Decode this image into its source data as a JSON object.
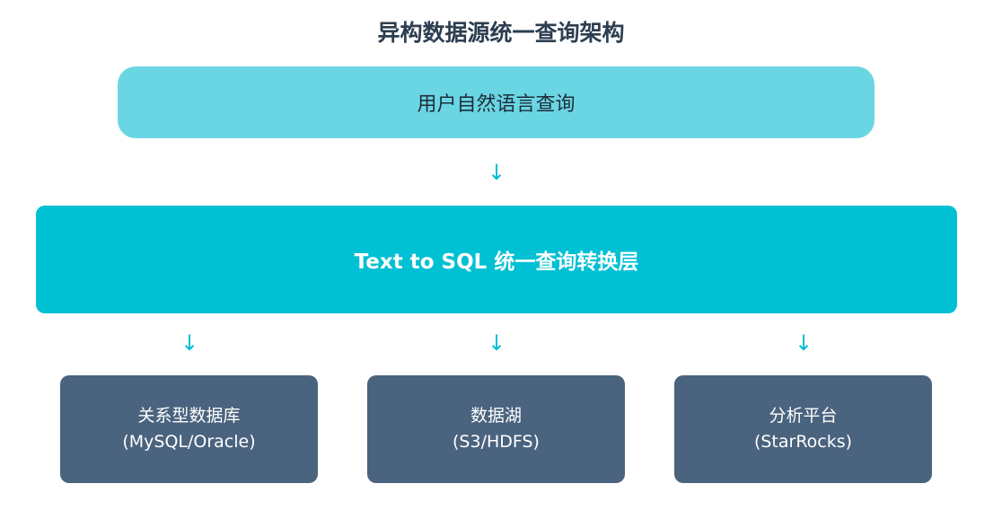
{
  "title": "异构数据源统一查询架构",
  "user_input": {
    "label": "用户自然语言查询"
  },
  "arrow_glyph": "↓",
  "conversion_layer": {
    "label": "Text to SQL 统一查询转换层"
  },
  "sources": [
    {
      "name": "关系型数据库",
      "detail": "(MySQL/Oracle)"
    },
    {
      "name": "数据湖",
      "detail": "(S3/HDFS)"
    },
    {
      "name": "分析平台",
      "detail": "(StarRocks)"
    }
  ],
  "colors": {
    "title": "#2c3e50",
    "user_box": "#6bd6e3",
    "conversion_layer": "#00c0d4",
    "arrow": "#00bcd4",
    "source_box": "#4a637e"
  }
}
